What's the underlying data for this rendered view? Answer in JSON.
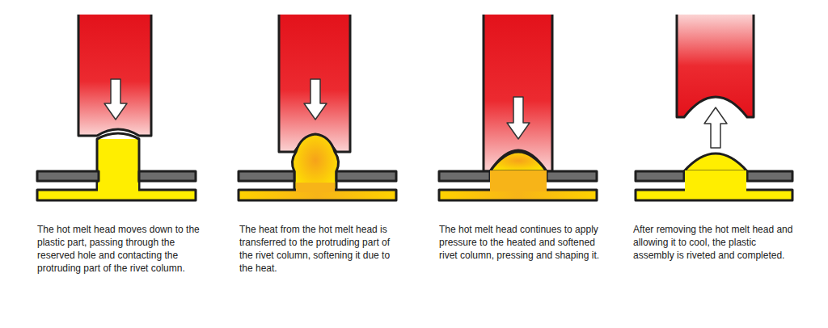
{
  "diagram": {
    "labels": [
      "The hot melt head moves down to the plastic part, passing through the reserved hole and contacting the protruding part of the rivet column.",
      "The heat from the hot melt head is transferred to the protruding part of the rivet column, softening it due to the heat.",
      "The hot melt head continues to apply pressure to the heated and softened rivet column, pressing and shaping it.",
      "After removing the hot melt head and allowing it to cool, the plastic assembly is riveted and completed."
    ]
  }
}
